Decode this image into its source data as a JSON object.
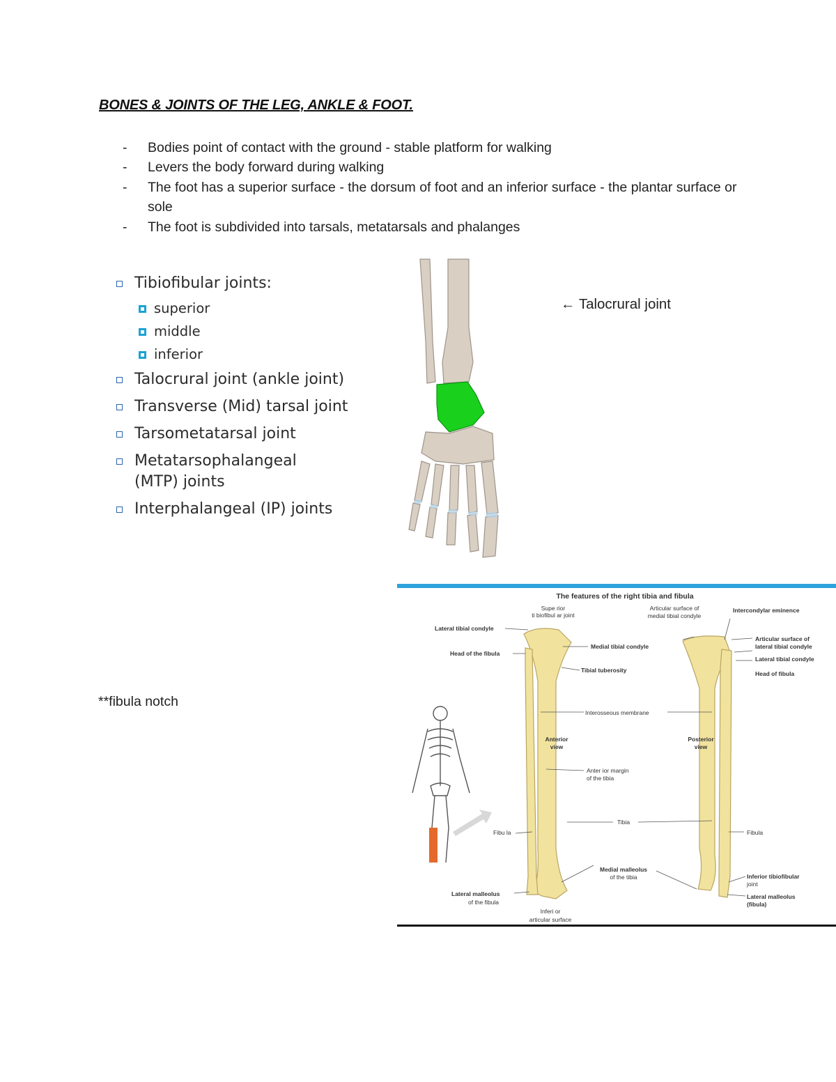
{
  "document": {
    "title": "BONES & JOINTS OF THE LEG, ANKLE & FOOT.",
    "bullets": [
      "Bodies point of contact with the ground - stable platform for walking",
      "Levers the body forward during walking",
      "The foot has a superior surface - the dorsum of foot and an inferior surface - the plantar surface or sole",
      "The foot is subdivided into tarsals, metatarsals and phalanges"
    ],
    "joints_list": {
      "heading": "Tibiofibular joints:",
      "sub": [
        "superior",
        "middle",
        "inferior"
      ],
      "items": [
        "Talocrural joint (ankle joint)",
        "Transverse (Mid) tarsal joint",
        "Tarsometatarsal joint",
        "Metatarsophalangeal",
        "(MTP) joints",
        "Interphalangeal (IP) joints"
      ]
    },
    "foot_annotation": "← Talocrural joint",
    "fibula_note": "**fibula notch"
  },
  "tibia_figure": {
    "title": "The features of the right tibia and fibula",
    "labels": {
      "superior_tibiofibular_1": "Supe rior",
      "superior_tibiofibular_2": "ti biofibul ar joint",
      "articular_medial_1": "Articular surface of",
      "articular_medial_2": "medial tibial condyle",
      "intercondylar": "Intercondylar eminence",
      "lateral_tibial_condyle_left": "Lateral tibial condyle",
      "articular_lateral_1": "Articular surface of",
      "articular_lateral_2": "lateral tibial condyle",
      "head_fibula_left": "Head of the fibula",
      "medial_tibial_condyle": "Medial tibial condyle",
      "lateral_tibial_condyle_right": "Lateral tibial condyle",
      "head_fibula_right": "Head of fibula",
      "tibial_tuberosity": "Tibial tuberosity",
      "interosseous": "Interosseous membrane",
      "anterior_1": "Anterior",
      "anterior_2": "view",
      "posterior_1": "Posterior",
      "posterior_2": "view",
      "anterior_margin_1": "Anter ior margin",
      "anterior_margin_2": "of the tibia",
      "tibia": "Tibia",
      "fibula_left": "Fibu la",
      "fibula_right": "Fibula",
      "medial_malleolus_1": "Medial malleolus",
      "medial_malleolus_2": "of the tibia",
      "inferior_tibiofibular_1": "Inferior tibiofibular",
      "inferior_tibiofibular_2": "joint",
      "lateral_malleolus_left_1": "Lateral malleolus",
      "lateral_malleolus_left_2": "of the fibula",
      "lateral_malleolus_right_1": "Lateral malleolus",
      "lateral_malleolus_right_2": "(fibula)",
      "inferior_articular_1": "Inferi or",
      "inferior_articular_2": "articular surface"
    }
  },
  "colors": {
    "accent_blue": "#2ea3dc",
    "talus_green": "#19d11d",
    "bone": "#f1e39e",
    "foot_bone": "#d9cfc3"
  }
}
